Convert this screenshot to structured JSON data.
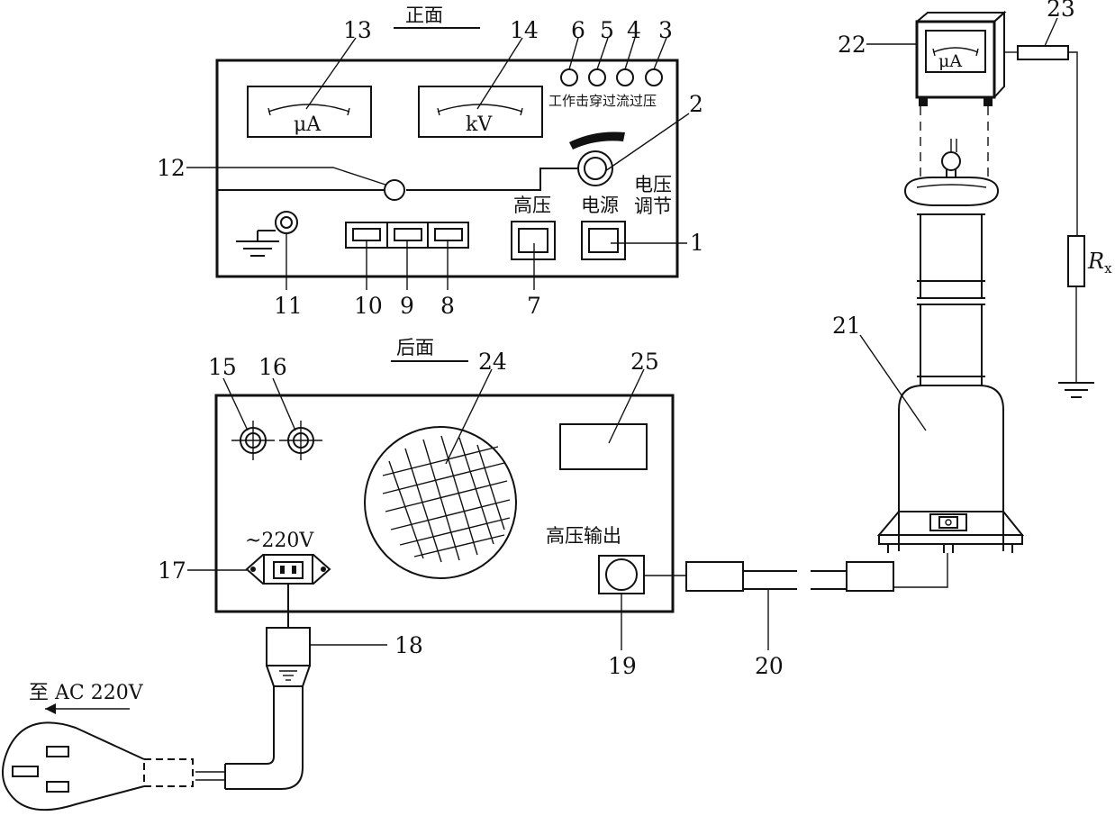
{
  "front": {
    "title": "正面",
    "meter_ua": "μA",
    "meter_kv": "kV",
    "indicators": "工作击穿过流过压",
    "label_hv": "高压",
    "label_power": "电源",
    "label_adjust_1": "电压",
    "label_adjust_2": "调节"
  },
  "rear": {
    "title": "后面",
    "ac_label": "~220V",
    "hv_output": "高压输出"
  },
  "mains": {
    "label": "至 AC 220V"
  },
  "tester": {
    "meter": "μA",
    "resistor_symbol": "R",
    "resistor_sub": "x"
  },
  "callouts": [
    "1",
    "2",
    "3",
    "4",
    "5",
    "6",
    "7",
    "8",
    "9",
    "10",
    "11",
    "12",
    "13",
    "14",
    "15",
    "16",
    "17",
    "18",
    "19",
    "20",
    "21",
    "22",
    "23",
    "24",
    "25"
  ]
}
